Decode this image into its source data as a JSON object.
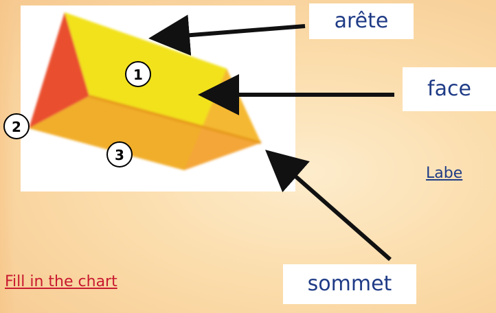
{
  "labels": {
    "arete": "arête",
    "face": "face",
    "sommet": "sommet"
  },
  "numbers": [
    "1",
    "2",
    "3"
  ],
  "instructions": {
    "fill_chart": "Fill in the chart",
    "labels_partial": "Labe"
  },
  "colors": {
    "label_text": "#1f3b86",
    "fill_chart_text": "#c8182f",
    "labels_partial_text": "#1f3b86",
    "background": "#fbdcaa",
    "prism_top": "#f2e21e",
    "prism_front": "#f1ae2c",
    "prism_left": "#e9502f",
    "prism_right": "#f6a23e",
    "arrow": "#111111"
  }
}
